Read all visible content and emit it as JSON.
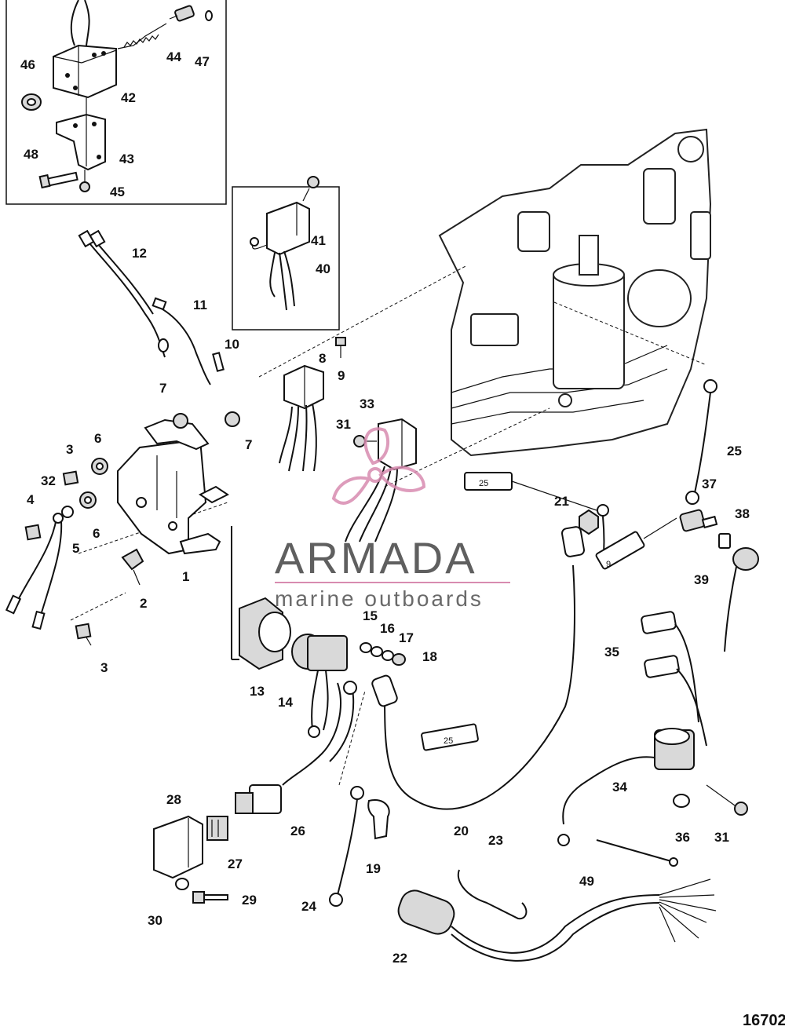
{
  "watermark": {
    "brand": "ARMADA",
    "tagline": "marine outboards",
    "logo_color": "#d88bb0",
    "text_color": "#5f5f5f"
  },
  "figure_number": "16702",
  "tube_labels": {
    "tube_25_upper": "25",
    "tube_25_lower": "25",
    "tube_9": "9"
  },
  "callouts": [
    {
      "id": "c1",
      "label": "1"
    },
    {
      "id": "c2",
      "label": "2"
    },
    {
      "id": "c3a",
      "label": "3"
    },
    {
      "id": "c3b",
      "label": "3"
    },
    {
      "id": "c4",
      "label": "4"
    },
    {
      "id": "c5",
      "label": "5"
    },
    {
      "id": "c6a",
      "label": "6"
    },
    {
      "id": "c6b",
      "label": "6"
    },
    {
      "id": "c7a",
      "label": "7"
    },
    {
      "id": "c7b",
      "label": "7"
    },
    {
      "id": "c8",
      "label": "8"
    },
    {
      "id": "c9",
      "label": "9"
    },
    {
      "id": "c10",
      "label": "10"
    },
    {
      "id": "c11",
      "label": "11"
    },
    {
      "id": "c12",
      "label": "12"
    },
    {
      "id": "c13",
      "label": "13"
    },
    {
      "id": "c14",
      "label": "14"
    },
    {
      "id": "c15",
      "label": "15"
    },
    {
      "id": "c16",
      "label": "16"
    },
    {
      "id": "c17",
      "label": "17"
    },
    {
      "id": "c18",
      "label": "18"
    },
    {
      "id": "c19",
      "label": "19"
    },
    {
      "id": "c20",
      "label": "20"
    },
    {
      "id": "c21",
      "label": "21"
    },
    {
      "id": "c22",
      "label": "22"
    },
    {
      "id": "c23",
      "label": "23"
    },
    {
      "id": "c24",
      "label": "24"
    },
    {
      "id": "c25",
      "label": "25"
    },
    {
      "id": "c26",
      "label": "26"
    },
    {
      "id": "c27",
      "label": "27"
    },
    {
      "id": "c28",
      "label": "28"
    },
    {
      "id": "c29",
      "label": "29"
    },
    {
      "id": "c30",
      "label": "30"
    },
    {
      "id": "c31a",
      "label": "31"
    },
    {
      "id": "c31b",
      "label": "31"
    },
    {
      "id": "c32",
      "label": "32"
    },
    {
      "id": "c33",
      "label": "33"
    },
    {
      "id": "c34",
      "label": "34"
    },
    {
      "id": "c35",
      "label": "35"
    },
    {
      "id": "c36",
      "label": "36"
    },
    {
      "id": "c37",
      "label": "37"
    },
    {
      "id": "c38",
      "label": "38"
    },
    {
      "id": "c39",
      "label": "39"
    },
    {
      "id": "c40",
      "label": "40"
    },
    {
      "id": "c41",
      "label": "41"
    },
    {
      "id": "c42",
      "label": "42"
    },
    {
      "id": "c43",
      "label": "43"
    },
    {
      "id": "c44",
      "label": "44"
    },
    {
      "id": "c45",
      "label": "45"
    },
    {
      "id": "c46",
      "label": "46"
    },
    {
      "id": "c47",
      "label": "47"
    },
    {
      "id": "c48",
      "label": "48"
    },
    {
      "id": "c49",
      "label": "49"
    }
  ]
}
